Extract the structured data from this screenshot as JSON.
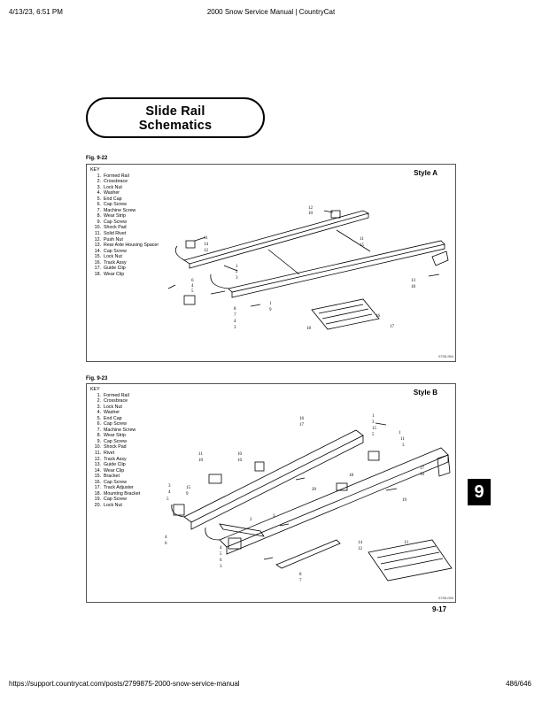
{
  "header": {
    "datetime": "4/13/23, 6:51 PM",
    "title": "2000 Snow Service Manual | CountryCat"
  },
  "title": {
    "line1": "Slide Rail",
    "line2": "Schematics"
  },
  "fig_a": {
    "label": "Fig. 9-22",
    "key_title": "KEY",
    "style": "Style A",
    "code": "0735-954",
    "items": [
      {
        "num": "1.",
        "text": "Formed Rail"
      },
      {
        "num": "2.",
        "text": "Crossbrace"
      },
      {
        "num": "3.",
        "text": "Lock Nut"
      },
      {
        "num": "4.",
        "text": "Washer"
      },
      {
        "num": "5.",
        "text": "End Cap"
      },
      {
        "num": "6.",
        "text": "Cap Screw"
      },
      {
        "num": "7.",
        "text": "Machine Screw"
      },
      {
        "num": "8.",
        "text": "Wear Strip"
      },
      {
        "num": "9.",
        "text": "Cap Screw"
      },
      {
        "num": "10.",
        "text": "Shock Pad"
      },
      {
        "num": "11.",
        "text": "Solid Rivet"
      },
      {
        "num": "12.",
        "text": "Push Nut"
      },
      {
        "num": "13.",
        "text": "Rear Axle Housing Spacer"
      },
      {
        "num": "14.",
        "text": "Cap Screw"
      },
      {
        "num": "15.",
        "text": "Lock Nut"
      },
      {
        "num": "16.",
        "text": "Track Assy"
      },
      {
        "num": "17.",
        "text": "Guide Clip"
      },
      {
        "num": "18.",
        "text": "Wear Clip"
      }
    ],
    "callouts": [
      "12",
      "10",
      "11",
      "14",
      "12",
      "11",
      "15",
      "13",
      "18",
      "1",
      "2",
      "3",
      "6",
      "4",
      "5",
      "8",
      "7",
      "4",
      "3",
      "1",
      "9",
      "16",
      "17",
      "18"
    ]
  },
  "fig_b": {
    "label": "Fig. 9-23",
    "key_title": "KEY",
    "style": "Style B",
    "code": "0735-090",
    "items": [
      {
        "num": "1.",
        "text": "Formed Rail"
      },
      {
        "num": "2.",
        "text": "Crossbrace"
      },
      {
        "num": "3.",
        "text": "Lock Nut"
      },
      {
        "num": "4.",
        "text": "Washer"
      },
      {
        "num": "5.",
        "text": "End Cap"
      },
      {
        "num": "6.",
        "text": "Cap Screw"
      },
      {
        "num": "7.",
        "text": "Machine Screw"
      },
      {
        "num": "8.",
        "text": "Wear Strip"
      },
      {
        "num": "9.",
        "text": "Cap Screw"
      },
      {
        "num": "10.",
        "text": "Shock Pad"
      },
      {
        "num": "11.",
        "text": "Rivet"
      },
      {
        "num": "12.",
        "text": "Track Assy"
      },
      {
        "num": "13.",
        "text": "Guide Clip"
      },
      {
        "num": "14.",
        "text": "Wear Clip"
      },
      {
        "num": "15.",
        "text": "Bracket"
      },
      {
        "num": "16.",
        "text": "Cap Screw"
      },
      {
        "num": "17.",
        "text": "Track Adjuster"
      },
      {
        "num": "18.",
        "text": "Mounting Bracket"
      },
      {
        "num": "19.",
        "text": "Cap Screw"
      },
      {
        "num": "20.",
        "text": "Lock Nut"
      }
    ],
    "callouts": [
      "16",
      "17",
      "1",
      "3",
      "15",
      "5",
      "1",
      "11",
      "3",
      "11",
      "10",
      "10",
      "16",
      "17",
      "16",
      "3",
      "4",
      "15",
      "9",
      "5",
      "18",
      "20",
      "19",
      "2",
      "3",
      "4",
      "6",
      "4",
      "5",
      "6",
      "3",
      "8",
      "7",
      "14",
      "12",
      "13"
    ]
  },
  "page_number": "9-17",
  "chapter_tab": "9",
  "footer": {
    "url": "https://support.countrycat.com/posts/2799875-2000-snow-service-manual",
    "pages": "486/646"
  }
}
